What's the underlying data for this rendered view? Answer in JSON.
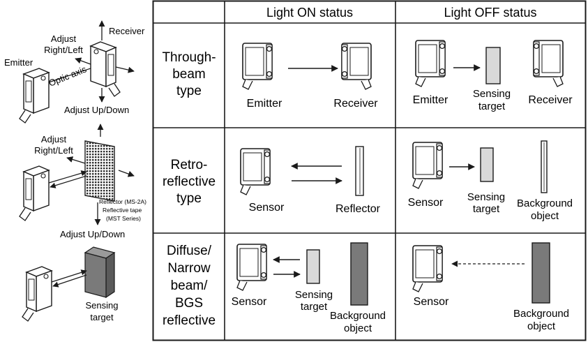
{
  "table": {
    "headers": [
      "Light ON status",
      "Light OFF status"
    ],
    "rows": [
      {
        "type_lines": [
          "Through-",
          "beam",
          "type"
        ],
        "on": {
          "labels": [
            "Emitter",
            "Receiver"
          ]
        },
        "off": {
          "labels": [
            "Emitter",
            "Receiver"
          ],
          "target_lines": [
            "Sensing",
            "target"
          ]
        }
      },
      {
        "type_lines": [
          "Retro-",
          "reflective",
          "type"
        ],
        "on": {
          "labels": [
            "Sensor",
            "Reflector"
          ]
        },
        "off": {
          "labels": [
            "Sensor"
          ],
          "target_lines": [
            "Sensing",
            "target"
          ],
          "background_lines": [
            "Background",
            "object"
          ]
        }
      },
      {
        "type_lines": [
          "Diffuse/",
          "Narrow",
          "beam/",
          "BGS",
          "reflective"
        ],
        "on": {
          "labels": [
            "Sensor"
          ],
          "target_lines": [
            "Sensing",
            "target"
          ],
          "background_lines": [
            "Background",
            "object"
          ]
        },
        "off": {
          "labels": [
            "Sensor"
          ],
          "background_lines": [
            "Background",
            "object"
          ]
        }
      }
    ]
  },
  "left_panel": {
    "through_beam": {
      "emitter": "Emitter",
      "receiver": "Receiver",
      "adjust_lr_lines": [
        "Adjust",
        "Right/Left"
      ],
      "optic_axis": "Optic axis",
      "adjust_ud": "Adjust Up/Down"
    },
    "retro": {
      "adjust_lr_lines": [
        "Adjust",
        "Right/Left"
      ],
      "reflector_lines": [
        "Reflector (MS-2A)",
        "Reflective tape",
        "(MST Series)"
      ],
      "adjust_ud": "Adjust Up/Down"
    },
    "diffuse": {
      "target_lines": [
        "Sensing",
        "target"
      ]
    }
  },
  "colors": {
    "line": "#1a1a1a",
    "target_light": "#d9d9d9",
    "background_dark": "#7a7a7a",
    "reflector_pattern": "#3a3a3a"
  }
}
